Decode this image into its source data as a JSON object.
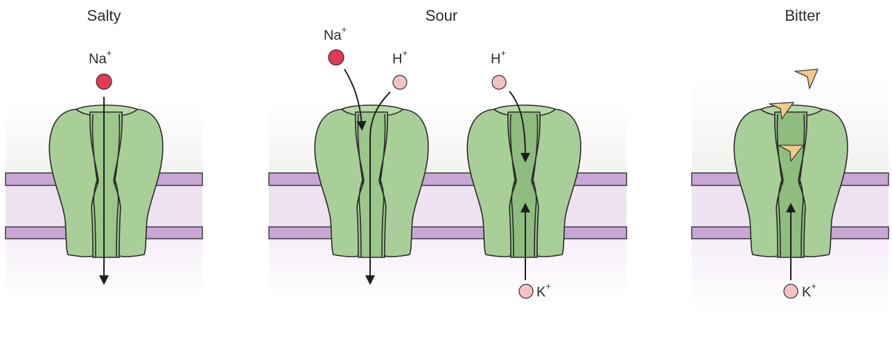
{
  "panels": {
    "salty": {
      "title": "Salty",
      "ion": {
        "symbol": "Na",
        "charge": "+"
      }
    },
    "sour": {
      "title": "Sour",
      "ion_na": {
        "symbol": "Na",
        "charge": "+"
      },
      "ion_h1": {
        "symbol": "H",
        "charge": "+"
      },
      "ion_h2": {
        "symbol": "H",
        "charge": "+"
      },
      "ion_k": {
        "symbol": "K",
        "charge": "+"
      }
    },
    "bitter": {
      "title": "Bitter",
      "ion_k": {
        "symbol": "K",
        "charge": "+"
      }
    }
  },
  "colors": {
    "membrane_band": "#c9a6d6",
    "membrane_fill": "#efe3f2",
    "channel_fill": "#a8cf98",
    "channel_pore": "#8fbd80",
    "channel_stroke": "#2a2a2a",
    "na_ion": "#e23a55",
    "h_ion": "#f2c3c3",
    "k_ion": "#f2c3c3",
    "bitter_molecule": "#f6c98a",
    "background_haze": "#f3f3f1"
  }
}
